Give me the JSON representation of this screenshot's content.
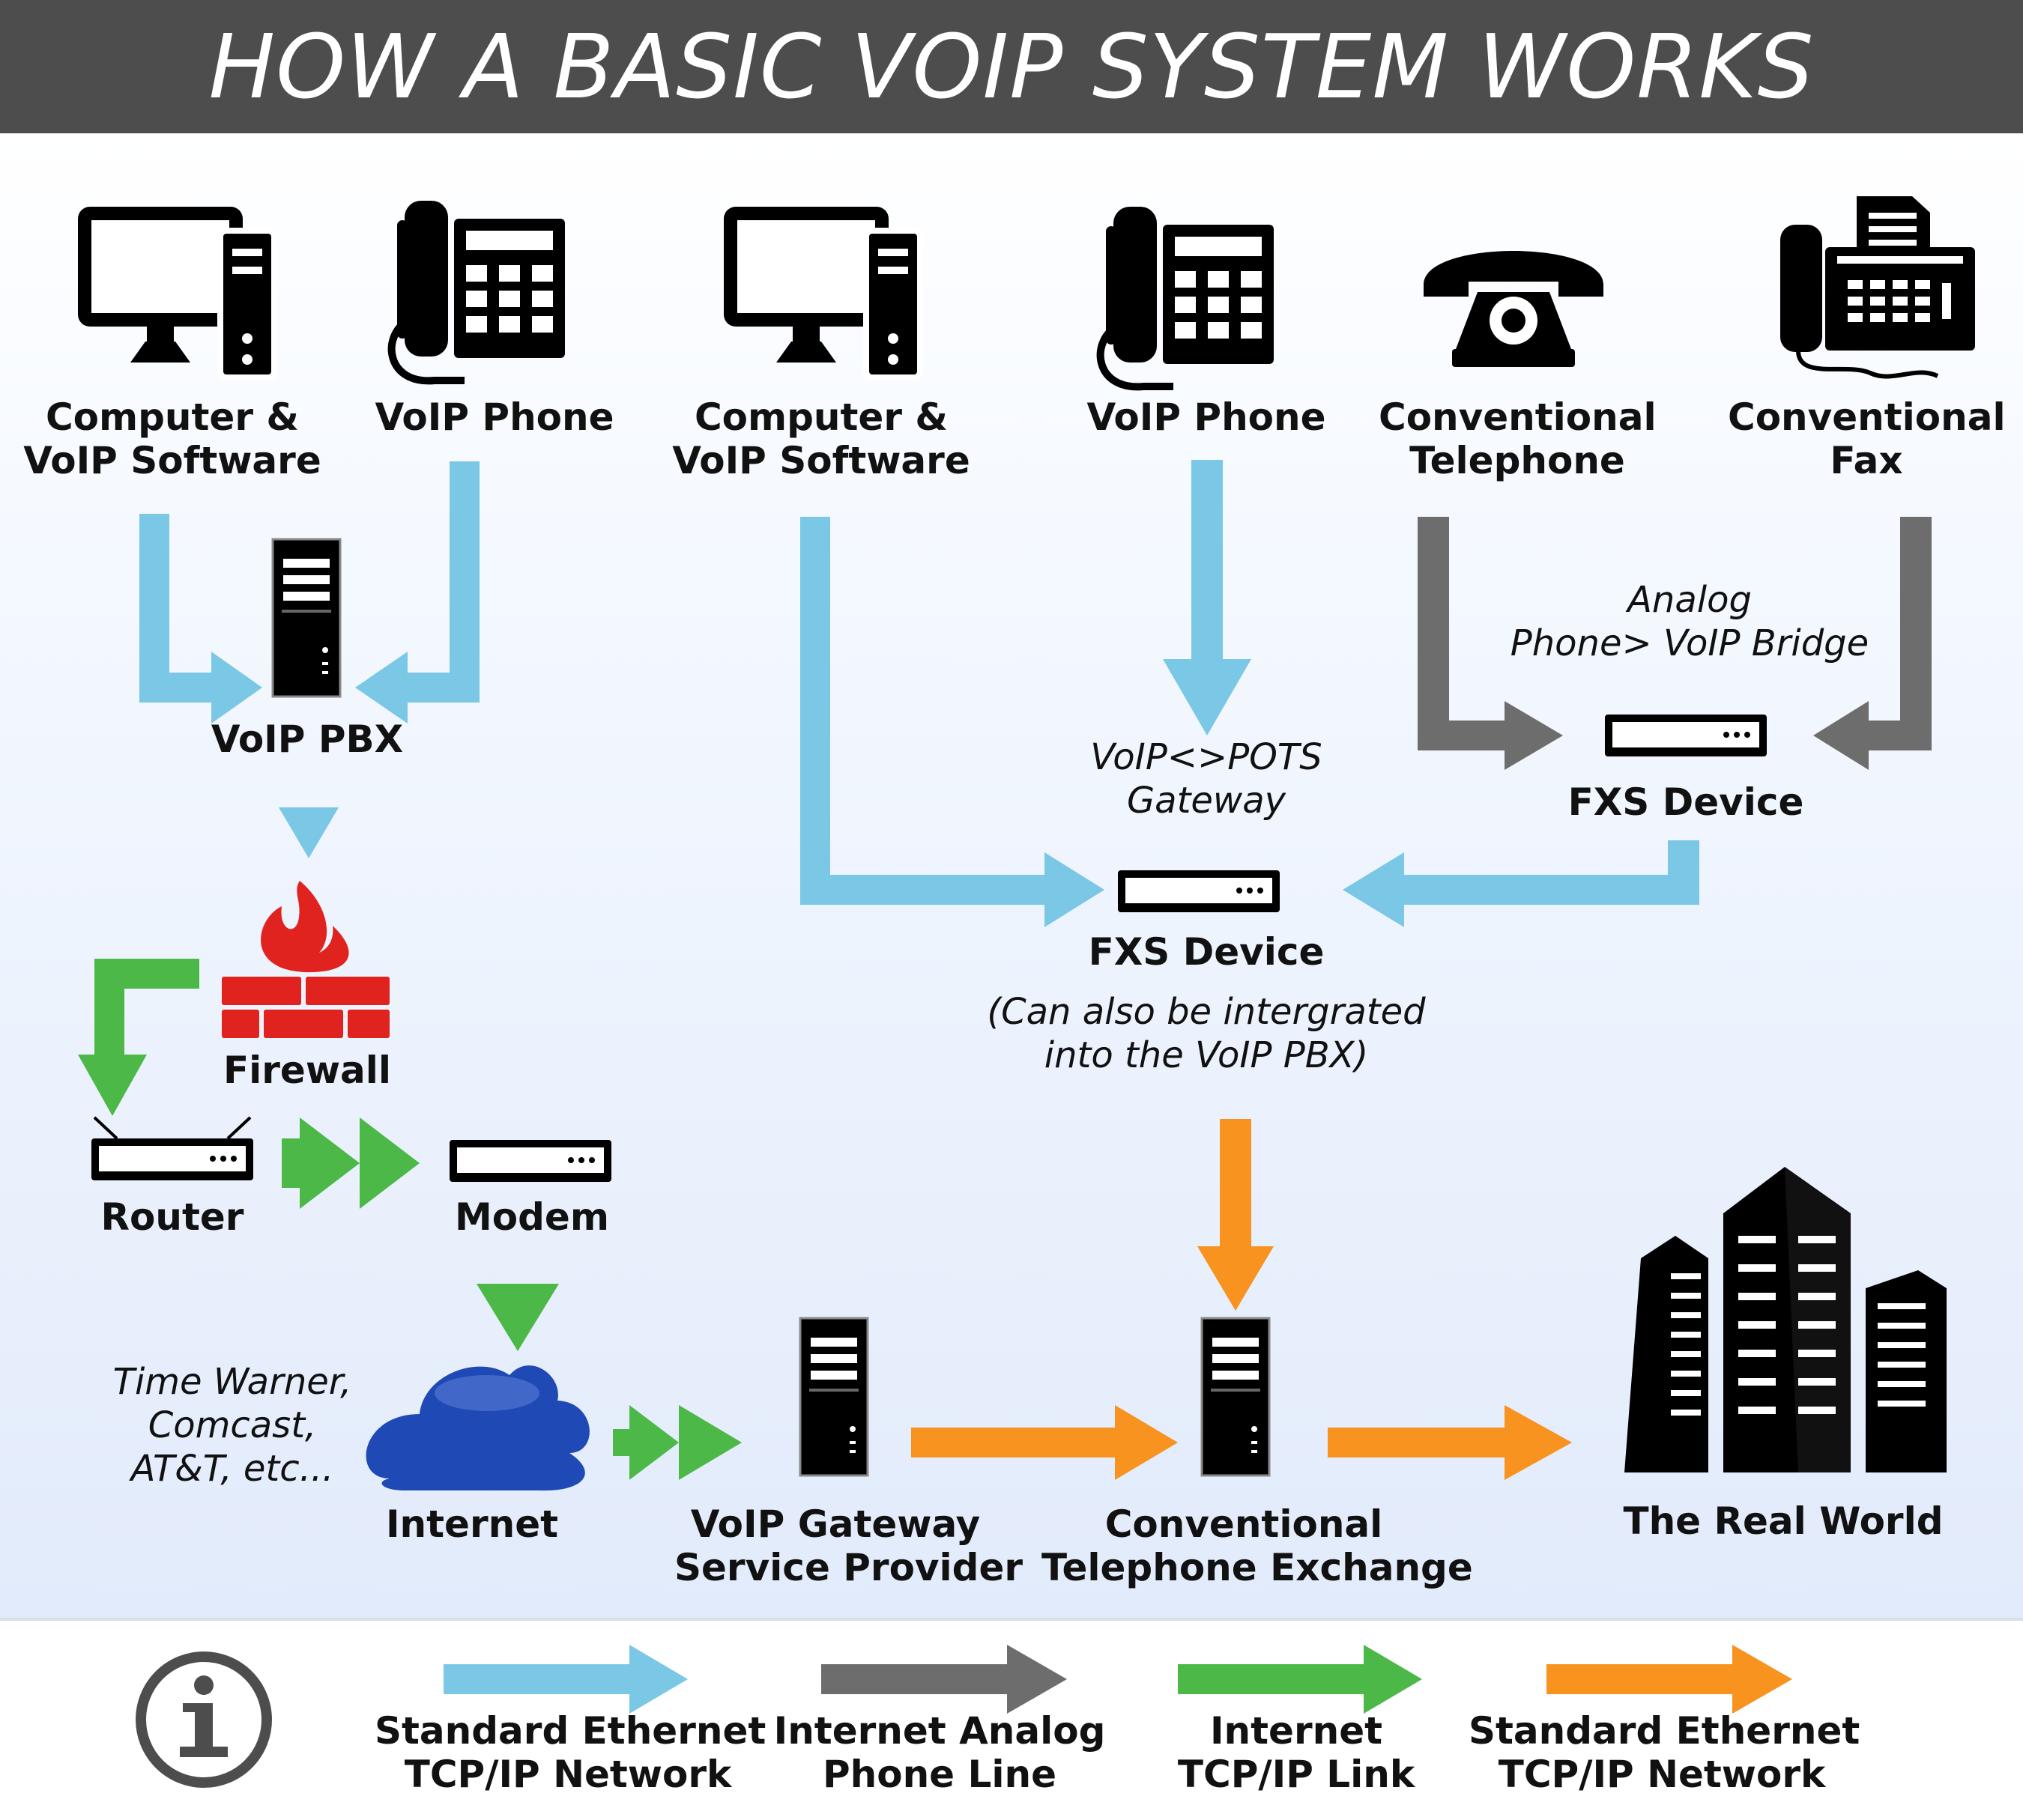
{
  "title": "HOW  A BASIC VOIP SYSTEM  WORKS",
  "colors": {
    "ethernet_blue": "#7bc7e6",
    "analog_gray": "#6d6d6d",
    "internet_green": "#4cb848",
    "ethernet_orange": "#f7931e",
    "firewall_red": "#e0231f",
    "cloud_blue": "#1f49b4",
    "header_bg": "#4d4d4d"
  },
  "nodes": {
    "computer_1": {
      "line1": "Computer &",
      "line2": "VoIP Software",
      "icon": "computer-icon"
    },
    "voip_phone_1": {
      "line1": "VoIP Phone",
      "icon": "voip-phone-icon"
    },
    "computer_2": {
      "line1": "Computer &",
      "line2": "VoIP Software",
      "icon": "computer-icon"
    },
    "voip_phone_2": {
      "line1": "VoIP Phone",
      "icon": "voip-phone-icon"
    },
    "conv_telephone": {
      "line1": "Conventional",
      "line2": "Telephone",
      "icon": "telephone-icon"
    },
    "conv_fax": {
      "line1": "Conventional",
      "line2": "Fax",
      "icon": "fax-icon"
    },
    "voip_pbx": {
      "line1": "VoIP PBX",
      "icon": "server-icon"
    },
    "analog_bridge": {
      "line1": "Analog",
      "line2": "Phone> VoIP Bridge"
    },
    "fxs_device_right": {
      "line1": "FXS Device",
      "icon": "fxs-device-icon"
    },
    "gateway_note": {
      "line1": "VoIP<>POTS",
      "line2": "Gateway"
    },
    "fxs_device_center": {
      "line1": "FXS Device",
      "icon": "fxs-device-icon"
    },
    "integration_note": {
      "line1": "(Can also be intergrated",
      "line2": "into the VoIP PBX)"
    },
    "firewall": {
      "line1": "Firewall",
      "icon": "firewall-icon"
    },
    "router": {
      "line1": "Router",
      "icon": "router-icon"
    },
    "modem": {
      "line1": "Modem",
      "icon": "modem-icon"
    },
    "isp_note": {
      "line1": "Time Warner,",
      "line2": "Comcast,",
      "line3": "AT&T, etc..."
    },
    "internet": {
      "line1": "Internet",
      "icon": "cloud-icon"
    },
    "voip_gateway": {
      "line1": "VoIP Gateway",
      "line2": "Service Provider",
      "icon": "server-icon"
    },
    "telephone_exchange": {
      "line1": "Conventional",
      "line2": "Telephone Exchange",
      "icon": "server-icon"
    },
    "real_world": {
      "line1": "The Real World",
      "icon": "buildings-icon"
    }
  },
  "legend": {
    "icon": "info-icon",
    "items": [
      {
        "line1": "Standard Ethernet",
        "line2": "TCP/IP Network",
        "color": "#7bc7e6"
      },
      {
        "line1": "Internet Analog",
        "line2": "Phone Line",
        "color": "#6d6d6d"
      },
      {
        "line1": "Internet",
        "line2": "TCP/IP Link",
        "color": "#4cb848"
      },
      {
        "line1": "Standard Ethernet",
        "line2": "TCP/IP Network",
        "color": "#f7931e"
      }
    ]
  }
}
